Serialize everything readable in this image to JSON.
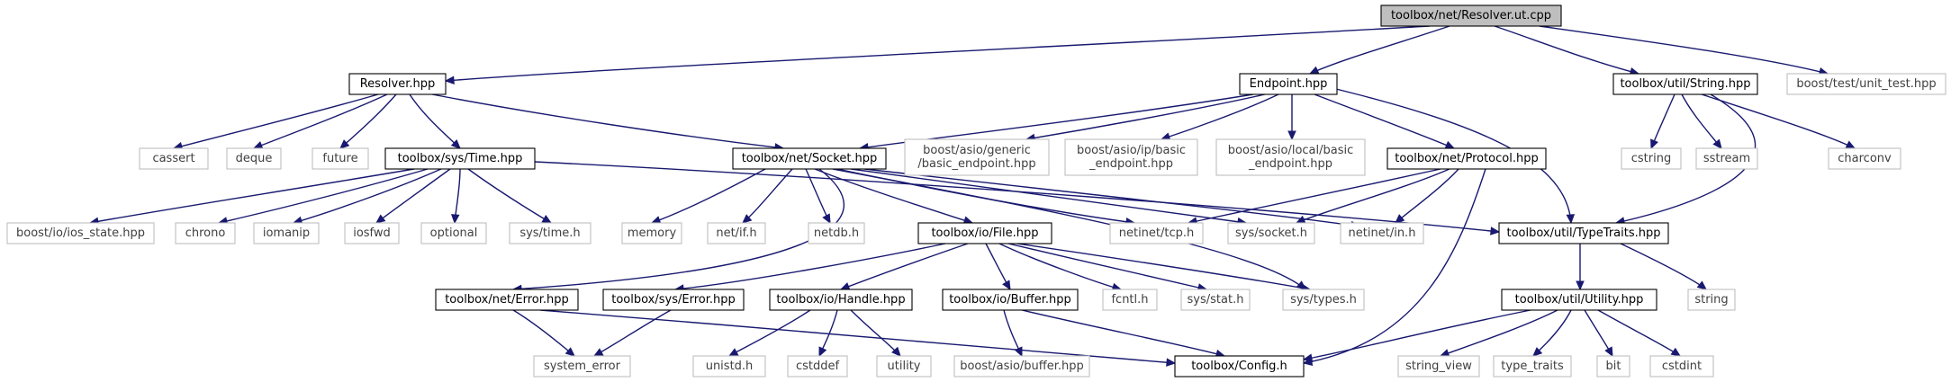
{
  "diagram": {
    "colors": {
      "edge": "#191970",
      "root_fill": "#bfbfbf",
      "node_border": "#000000",
      "external_border": "#bfbfbf",
      "text": "#000000",
      "external_text": "#404040"
    },
    "nodes": [
      {
        "id": "root",
        "label": "toolbox/net/Resolver.ut.cpp",
        "kind": "root"
      },
      {
        "id": "resolver",
        "label": "Resolver.hpp",
        "kind": "internal"
      },
      {
        "id": "endpoint",
        "label": "Endpoint.hpp",
        "kind": "internal"
      },
      {
        "id": "string",
        "label": "toolbox/util/String.hpp",
        "kind": "internal"
      },
      {
        "id": "unit_test",
        "label": "boost/test/unit_test.hpp",
        "kind": "external"
      },
      {
        "id": "cassert",
        "label": "cassert",
        "kind": "external"
      },
      {
        "id": "deque",
        "label": "deque",
        "kind": "external"
      },
      {
        "id": "future",
        "label": "future",
        "kind": "external"
      },
      {
        "id": "time",
        "label": "toolbox/sys/Time.hpp",
        "kind": "internal"
      },
      {
        "id": "socket",
        "label": "toolbox/net/Socket.hpp",
        "kind": "internal"
      },
      {
        "id": "generic_ep",
        "label": "boost/asio/generic\n/basic_endpoint.hpp",
        "kind": "external"
      },
      {
        "id": "ip_ep",
        "label": "boost/asio/ip/basic\n_endpoint.hpp",
        "kind": "external"
      },
      {
        "id": "local_ep",
        "label": "boost/asio/local/basic\n_endpoint.hpp",
        "kind": "external"
      },
      {
        "id": "protocol",
        "label": "toolbox/net/Protocol.hpp",
        "kind": "internal"
      },
      {
        "id": "cstring",
        "label": "cstring",
        "kind": "external"
      },
      {
        "id": "sstream",
        "label": "sstream",
        "kind": "external"
      },
      {
        "id": "charconv",
        "label": "charconv",
        "kind": "external"
      },
      {
        "id": "ios_state",
        "label": "boost/io/ios_state.hpp",
        "kind": "external"
      },
      {
        "id": "chrono",
        "label": "chrono",
        "kind": "external"
      },
      {
        "id": "iomanip",
        "label": "iomanip",
        "kind": "external"
      },
      {
        "id": "iosfwd",
        "label": "iosfwd",
        "kind": "external"
      },
      {
        "id": "optional",
        "label": "optional",
        "kind": "external"
      },
      {
        "id": "systime_h",
        "label": "sys/time.h",
        "kind": "external"
      },
      {
        "id": "memory",
        "label": "memory",
        "kind": "external"
      },
      {
        "id": "net_if",
        "label": "net/if.h",
        "kind": "external"
      },
      {
        "id": "netdb",
        "label": "netdb.h",
        "kind": "external"
      },
      {
        "id": "file",
        "label": "toolbox/io/File.hpp",
        "kind": "internal"
      },
      {
        "id": "tcp_h",
        "label": "netinet/tcp.h",
        "kind": "external"
      },
      {
        "id": "socket_h",
        "label": "sys/socket.h",
        "kind": "external"
      },
      {
        "id": "in_h",
        "label": "netinet/in.h",
        "kind": "external"
      },
      {
        "id": "typetraits",
        "label": "toolbox/util/TypeTraits.hpp",
        "kind": "internal"
      },
      {
        "id": "string_std",
        "label": "string",
        "kind": "external"
      },
      {
        "id": "net_error",
        "label": "toolbox/net/Error.hpp",
        "kind": "internal"
      },
      {
        "id": "sys_error",
        "label": "toolbox/sys/Error.hpp",
        "kind": "internal"
      },
      {
        "id": "handle",
        "label": "toolbox/io/Handle.hpp",
        "kind": "internal"
      },
      {
        "id": "buffer",
        "label": "toolbox/io/Buffer.hpp",
        "kind": "internal"
      },
      {
        "id": "fcntl",
        "label": "fcntl.h",
        "kind": "external"
      },
      {
        "id": "stat_h",
        "label": "sys/stat.h",
        "kind": "external"
      },
      {
        "id": "types_h",
        "label": "sys/types.h",
        "kind": "external"
      },
      {
        "id": "utility_hpp",
        "label": "toolbox/util/Utility.hpp",
        "kind": "internal"
      },
      {
        "id": "system_error",
        "label": "system_error",
        "kind": "external"
      },
      {
        "id": "unistd",
        "label": "unistd.h",
        "kind": "external"
      },
      {
        "id": "cstddef",
        "label": "cstddef",
        "kind": "external"
      },
      {
        "id": "utility_std",
        "label": "utility",
        "kind": "external"
      },
      {
        "id": "asio_buffer",
        "label": "boost/asio/buffer.hpp",
        "kind": "external"
      },
      {
        "id": "config",
        "label": "toolbox/Config.h",
        "kind": "internal"
      },
      {
        "id": "string_view",
        "label": "string_view",
        "kind": "external"
      },
      {
        "id": "type_traits",
        "label": "type_traits",
        "kind": "external"
      },
      {
        "id": "bit",
        "label": "bit",
        "kind": "external"
      },
      {
        "id": "cstdint",
        "label": "cstdint",
        "kind": "external"
      }
    ],
    "edges": [
      {
        "from": "root",
        "to": "resolver"
      },
      {
        "from": "root",
        "to": "endpoint"
      },
      {
        "from": "root",
        "to": "string"
      },
      {
        "from": "root",
        "to": "unit_test"
      },
      {
        "from": "resolver",
        "to": "cassert"
      },
      {
        "from": "resolver",
        "to": "deque"
      },
      {
        "from": "resolver",
        "to": "future"
      },
      {
        "from": "resolver",
        "to": "time"
      },
      {
        "from": "resolver",
        "to": "socket"
      },
      {
        "from": "endpoint",
        "to": "socket"
      },
      {
        "from": "endpoint",
        "to": "generic_ep"
      },
      {
        "from": "endpoint",
        "to": "ip_ep"
      },
      {
        "from": "endpoint",
        "to": "local_ep"
      },
      {
        "from": "endpoint",
        "to": "protocol"
      },
      {
        "from": "endpoint",
        "to": "typetraits"
      },
      {
        "from": "string",
        "to": "cstring"
      },
      {
        "from": "string",
        "to": "sstream"
      },
      {
        "from": "string",
        "to": "charconv"
      },
      {
        "from": "string",
        "to": "typetraits"
      },
      {
        "from": "time",
        "to": "ios_state"
      },
      {
        "from": "time",
        "to": "chrono"
      },
      {
        "from": "time",
        "to": "iomanip"
      },
      {
        "from": "time",
        "to": "iosfwd"
      },
      {
        "from": "time",
        "to": "optional"
      },
      {
        "from": "time",
        "to": "systime_h"
      },
      {
        "from": "time",
        "to": "typetraits"
      },
      {
        "from": "socket",
        "to": "memory"
      },
      {
        "from": "socket",
        "to": "net_if"
      },
      {
        "from": "socket",
        "to": "netdb"
      },
      {
        "from": "socket",
        "to": "file"
      },
      {
        "from": "socket",
        "to": "tcp_h"
      },
      {
        "from": "socket",
        "to": "socket_h"
      },
      {
        "from": "socket",
        "to": "in_h"
      },
      {
        "from": "socket",
        "to": "types_h"
      },
      {
        "from": "socket",
        "to": "net_error"
      },
      {
        "from": "protocol",
        "to": "tcp_h"
      },
      {
        "from": "protocol",
        "to": "socket_h"
      },
      {
        "from": "protocol",
        "to": "in_h"
      },
      {
        "from": "protocol",
        "to": "config"
      },
      {
        "from": "typetraits",
        "to": "string_std"
      },
      {
        "from": "typetraits",
        "to": "utility_hpp"
      },
      {
        "from": "file",
        "to": "sys_error"
      },
      {
        "from": "file",
        "to": "handle"
      },
      {
        "from": "file",
        "to": "buffer"
      },
      {
        "from": "file",
        "to": "fcntl"
      },
      {
        "from": "file",
        "to": "stat_h"
      },
      {
        "from": "file",
        "to": "types_h"
      },
      {
        "from": "net_error",
        "to": "system_error"
      },
      {
        "from": "net_error",
        "to": "config"
      },
      {
        "from": "sys_error",
        "to": "system_error"
      },
      {
        "from": "handle",
        "to": "unistd"
      },
      {
        "from": "handle",
        "to": "cstddef"
      },
      {
        "from": "handle",
        "to": "utility_std"
      },
      {
        "from": "buffer",
        "to": "asio_buffer"
      },
      {
        "from": "buffer",
        "to": "config"
      },
      {
        "from": "utility_hpp",
        "to": "config"
      },
      {
        "from": "utility_hpp",
        "to": "string_view"
      },
      {
        "from": "utility_hpp",
        "to": "type_traits"
      },
      {
        "from": "utility_hpp",
        "to": "bit"
      },
      {
        "from": "utility_hpp",
        "to": "cstdint"
      }
    ]
  }
}
